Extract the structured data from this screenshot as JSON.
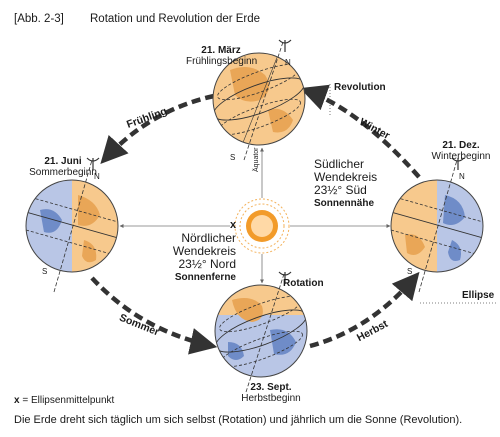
{
  "header": {
    "figure_number": "[Abb. 2-3]",
    "title": "Rotation und Revolution der Erde"
  },
  "positions": {
    "top": {
      "date": "21. März",
      "label": "Frühlingsbeginn"
    },
    "left": {
      "date": "21. Juni",
      "label": "Sommerbeginn"
    },
    "right": {
      "date": "21. Dez.",
      "label": "Winterbeginn"
    },
    "bottom": {
      "date": "23. Sept.",
      "label": "Herbstbeginn"
    }
  },
  "seasons": {
    "spring": "Frühling",
    "winter": "Winter",
    "summer": "Sommer",
    "autumn": "Herbst"
  },
  "callouts": {
    "revolution": "Revolution",
    "rotation": "Rotation",
    "ellipse": "Ellipse"
  },
  "equator_label": "Äquator",
  "pole_marks": {
    "north": "N",
    "south": "S"
  },
  "north_tropic": {
    "line1": "Nördlicher",
    "line2": "Wendekreis",
    "line3": "23½° Nord",
    "distance": "Sonnenferne"
  },
  "south_tropic": {
    "line1": "Südlicher",
    "line2": "Wendekreis",
    "line3": "23½° Süd",
    "distance": "Sonnennähe"
  },
  "center_mark": "x",
  "legend": {
    "symbol": "x",
    "text": "= Ellipsenmittelpunkt"
  },
  "caption": "Die Erde dreht sich täglich um sich selbst (Rotation) und jährlich um die Sonne (Revolution).",
  "colors": {
    "day_side": "#f7c98d",
    "night_side": "#b9c6e6",
    "land_day": "#e9a657",
    "land_night": "#6f8cc8",
    "sun": "#f29b2a",
    "sun_core": "#ffd9a6",
    "arrow": "#333333"
  }
}
